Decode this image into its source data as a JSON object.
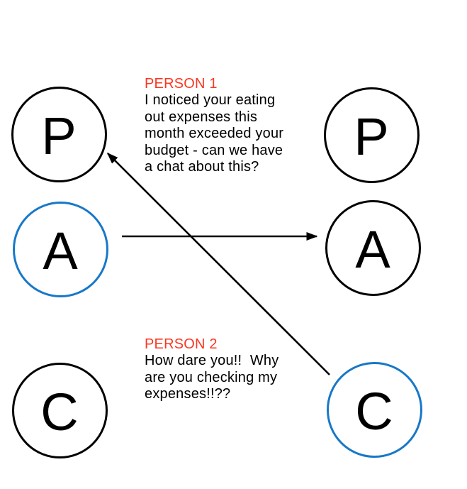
{
  "colors": {
    "background": "#FFFFFF",
    "ink": "#000000",
    "highlight_blue": "#1878C8",
    "person_label_red": "#FA3722"
  },
  "diagram": {
    "person1": {
      "heading": "PERSON 1",
      "message": "I noticed your eating out expenses this month exceeded your budget - can we have a chat about this?",
      "ego_states": [
        {
          "label": "P",
          "highlighted": false
        },
        {
          "label": "A",
          "highlighted": true
        },
        {
          "label": "C",
          "highlighted": false
        }
      ]
    },
    "person2": {
      "heading": "PERSON 2",
      "message": "How dare you!!  Why are you checking my expenses!!??",
      "ego_states": [
        {
          "label": "P",
          "highlighted": false
        },
        {
          "label": "A",
          "highlighted": false
        },
        {
          "label": "C",
          "highlighted": true
        }
      ]
    },
    "transactions": [
      {
        "from": "person1-adult",
        "to": "person2-adult"
      },
      {
        "from": "person2-child",
        "to": "person1-parent"
      }
    ]
  }
}
